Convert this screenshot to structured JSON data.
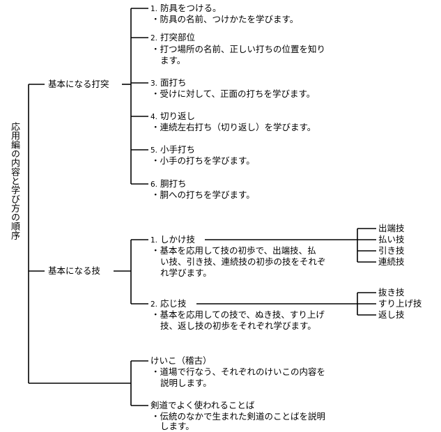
{
  "root_title": "応用編の内容と学び方の順序",
  "branches": [
    {
      "label": "基本になる打突",
      "items": [
        {
          "num": "1.",
          "title": "防具をつける。",
          "desc": [
            "・防具の名前、つけかたを学びます。"
          ]
        },
        {
          "num": "2.",
          "title": "打突部位",
          "desc": [
            "・打つ場所の名前、正しい打ちの位置を知り",
            "ます。"
          ]
        },
        {
          "num": "3.",
          "title": "面打ち",
          "desc": [
            "・受けに対して、正面の打ちを学びます。"
          ]
        },
        {
          "num": "4.",
          "title": "切り返し",
          "desc": [
            "・連続左右打ち（切り返し）を学びます。"
          ]
        },
        {
          "num": "5.",
          "title": "小手打ち",
          "desc": [
            "・小手の打ちを学びます。"
          ]
        },
        {
          "num": "6.",
          "title": "胴打ち",
          "desc": [
            "・胴への打ちを学びます。"
          ]
        }
      ]
    },
    {
      "label": "基本になる技",
      "items": [
        {
          "num": "1.",
          "title": "しかけ技",
          "desc": [
            "・基本を応用して技の初歩で、出端技、払",
            "い技、引き技、連続技の初歩の技をそれぞ",
            "れ学びます。"
          ],
          "subs": [
            "出端技",
            "払い技",
            "引き技",
            "連続技"
          ]
        },
        {
          "num": "2.",
          "title": "応じ技",
          "desc": [
            "・基本を応用しての技で、ぬき技、すり上げ",
            "技、返し技の初歩をそれぞれ学びます。"
          ],
          "subs": [
            "抜き技",
            "すり上げ技",
            "返し技"
          ]
        }
      ]
    },
    {
      "label": "",
      "items": [
        {
          "num": "",
          "title": "けいこ（稽古）",
          "desc": [
            "・道場で行なう、それぞれのけいこの内容を",
            "説明します。"
          ]
        },
        {
          "num": "",
          "title": "剣道でよく使われることば",
          "desc": [
            "・伝統のなかで生まれた剣道のことばを説明",
            "します。"
          ]
        }
      ]
    }
  ]
}
